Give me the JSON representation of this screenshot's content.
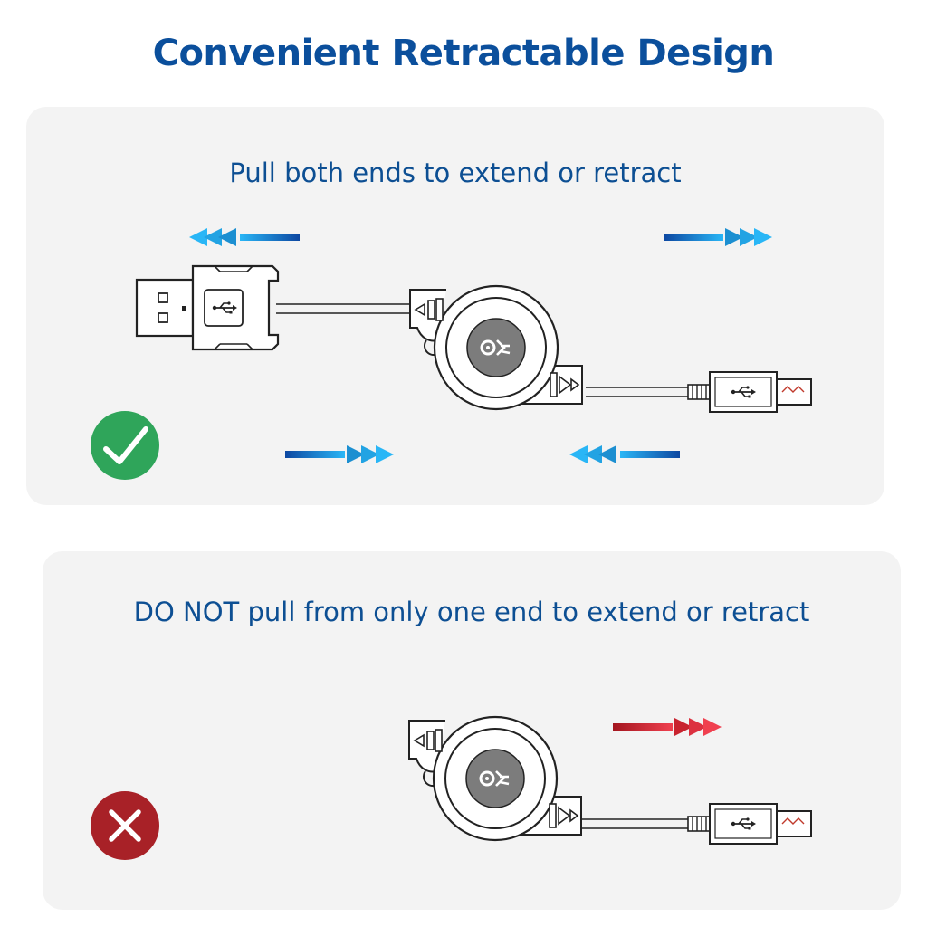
{
  "title": "Convenient Retractable Design",
  "correct": {
    "instruction": "Pull both ends to extend or retract",
    "status_icon": "check-icon",
    "status_color": "#2fa55a"
  },
  "incorrect": {
    "instruction": "DO NOT pull from only one end to extend or retract",
    "status_icon": "x-icon",
    "status_color": "#a82127"
  },
  "colors": {
    "title": "#0b4f9c",
    "arrow_blue_dark": "#0d47a1",
    "arrow_blue_light": "#29b6f6",
    "arrow_red_dark": "#a3161f",
    "arrow_red_light": "#f0404f",
    "outline": "#222222"
  }
}
